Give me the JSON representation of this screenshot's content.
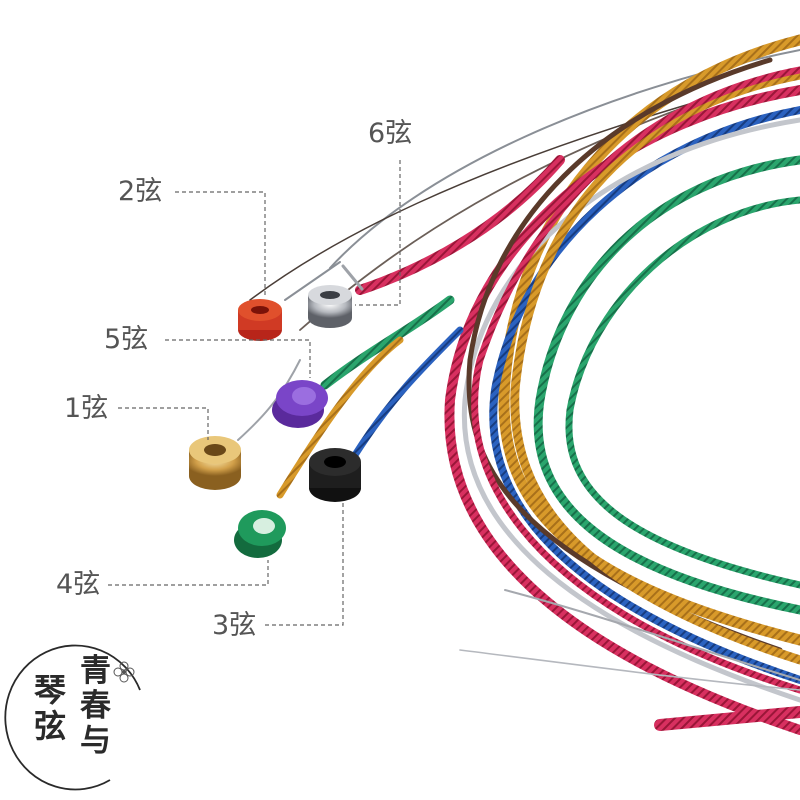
{
  "string_labels": {
    "s6": "6弦",
    "s2": "2弦",
    "s5": "5弦",
    "s1": "1弦",
    "s4": "4弦",
    "s3": "3弦"
  },
  "logo": {
    "left": "琴弦",
    "right": "青春与"
  },
  "colors": {
    "gold": "#c98a1c",
    "red": "#c4204a",
    "green": "#1f8a5a",
    "blue": "#1f4fa0",
    "silver": "#b9bcc2",
    "bronze": "#5a3a2a",
    "label_text": "#555555"
  }
}
